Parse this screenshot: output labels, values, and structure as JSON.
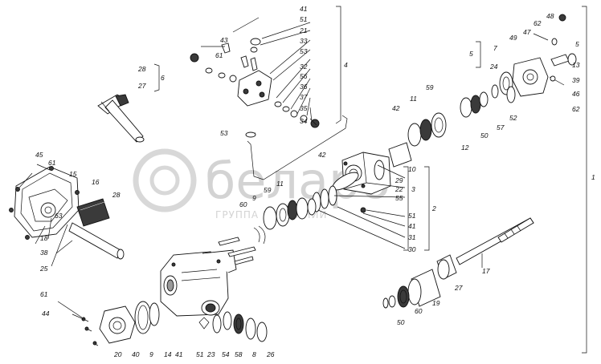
{
  "watermark": {
    "brand": "белаpo",
    "subtitle": "ГРУППА КОМПАНИЙ"
  },
  "labels": {
    "l41a": "41",
    "l51a": "51",
    "l21": "21",
    "l33": "33",
    "l53a": "53",
    "l32": "32",
    "l56": "56",
    "l36": "36",
    "l37": "37",
    "l35": "35",
    "l34": "34",
    "l43": "43",
    "l61a": "61",
    "l4": "4",
    "l28a": "28",
    "l27a": "27",
    "l6": "6",
    "l53b": "53",
    "l48": "48",
    "l62a": "62",
    "l47": "47",
    "l49": "49",
    "l5a": "5",
    "l7": "7",
    "l5b": "5",
    "l13": "13",
    "l24": "24",
    "l39": "39",
    "l46": "46",
    "l62b": "62",
    "l59a": "59",
    "l42a": "42",
    "l11a": "11",
    "l52": "52",
    "l57": "57",
    "l50a": "50",
    "l12": "12",
    "l45": "45",
    "l61b": "61",
    "l15": "15",
    "l16": "16",
    "l28b": "28",
    "l42b": "42",
    "l10": "10",
    "l29": "29",
    "l22": "22",
    "l3": "3",
    "l55": "55",
    "l2": "2",
    "l1": "1",
    "l11b": "11",
    "l59b": "59",
    "l9a": "9",
    "l60a": "60",
    "l51b": "51",
    "l41b": "41",
    "l31": "31",
    "l30": "30",
    "l63": "63",
    "l18": "18",
    "l38": "38",
    "l25": "25",
    "l17": "17",
    "l27b": "27",
    "l19": "19",
    "l60b": "60",
    "l50b": "50",
    "l61c": "61",
    "l44": "44",
    "l20": "20",
    "l40": "40",
    "l9b": "9",
    "l14": "14",
    "l41c": "41",
    "l51c": "51",
    "l23": "23",
    "l54": "54",
    "l58": "58",
    "l8": "8",
    "l26": "26"
  }
}
